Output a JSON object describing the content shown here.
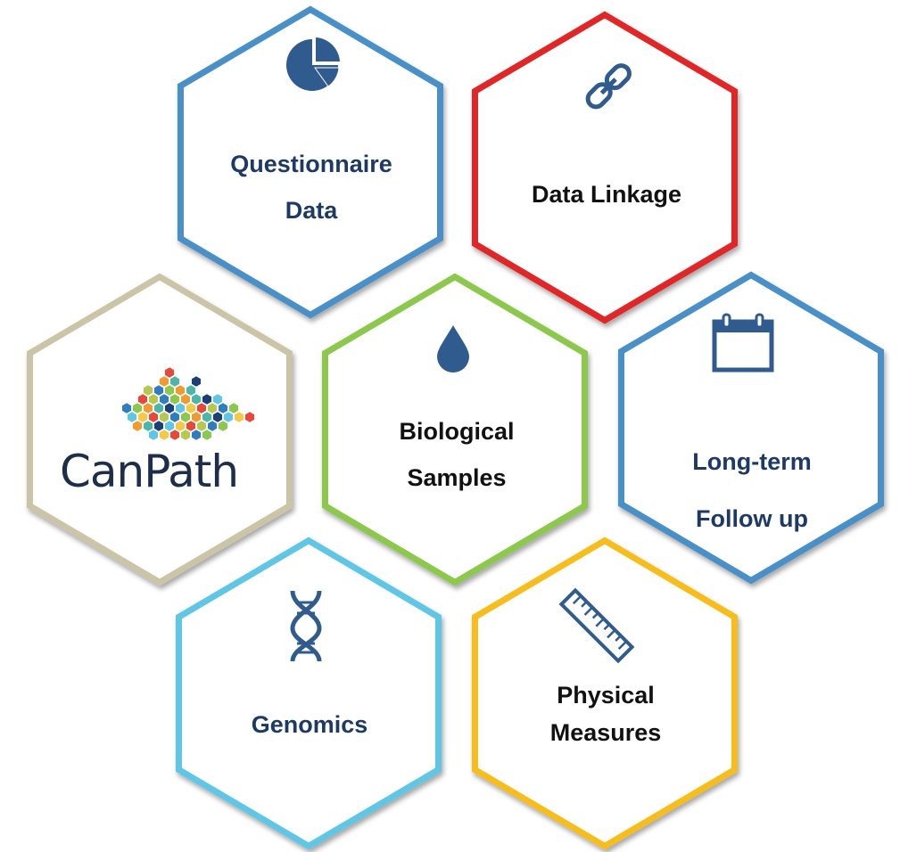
{
  "colors": {
    "dark_navy": "#1d3a66",
    "icon_blue": "#2f5b8e",
    "text_black": "#111111"
  },
  "hexagons": [
    {
      "id": "questionnaire",
      "lines": [
        "Questionnaire",
        "Data"
      ],
      "border": "#4a90c8",
      "text_color": "#1d3a66",
      "icon": "pie-chart-icon"
    },
    {
      "id": "data-linkage",
      "lines": [
        "Data Linkage"
      ],
      "border": "#e02626",
      "text_color": "#111111",
      "icon": "link-icon"
    },
    {
      "id": "canpath",
      "lines": [],
      "border": "#cbc4a6",
      "text_color": "#1c2e4a",
      "icon": "canpath-logo"
    },
    {
      "id": "biological",
      "lines": [
        "Biological",
        "Samples"
      ],
      "border": "#8cc84b",
      "text_color": "#111111",
      "icon": "drop-icon"
    },
    {
      "id": "long-term",
      "lines": [
        "Long-term",
        "Follow up"
      ],
      "border": "#4a90c8",
      "text_color": "#1d3a66",
      "icon": "calendar-icon"
    },
    {
      "id": "genomics",
      "lines": [
        "Genomics"
      ],
      "border": "#5ec6e6",
      "text_color": "#1d3a66",
      "icon": "dna-icon"
    },
    {
      "id": "physical",
      "lines": [
        "Physical",
        "Measures"
      ],
      "border": "#f6bd1a",
      "text_color": "#111111",
      "icon": "ruler-icon"
    }
  ],
  "logo": {
    "text": "CanPath"
  }
}
